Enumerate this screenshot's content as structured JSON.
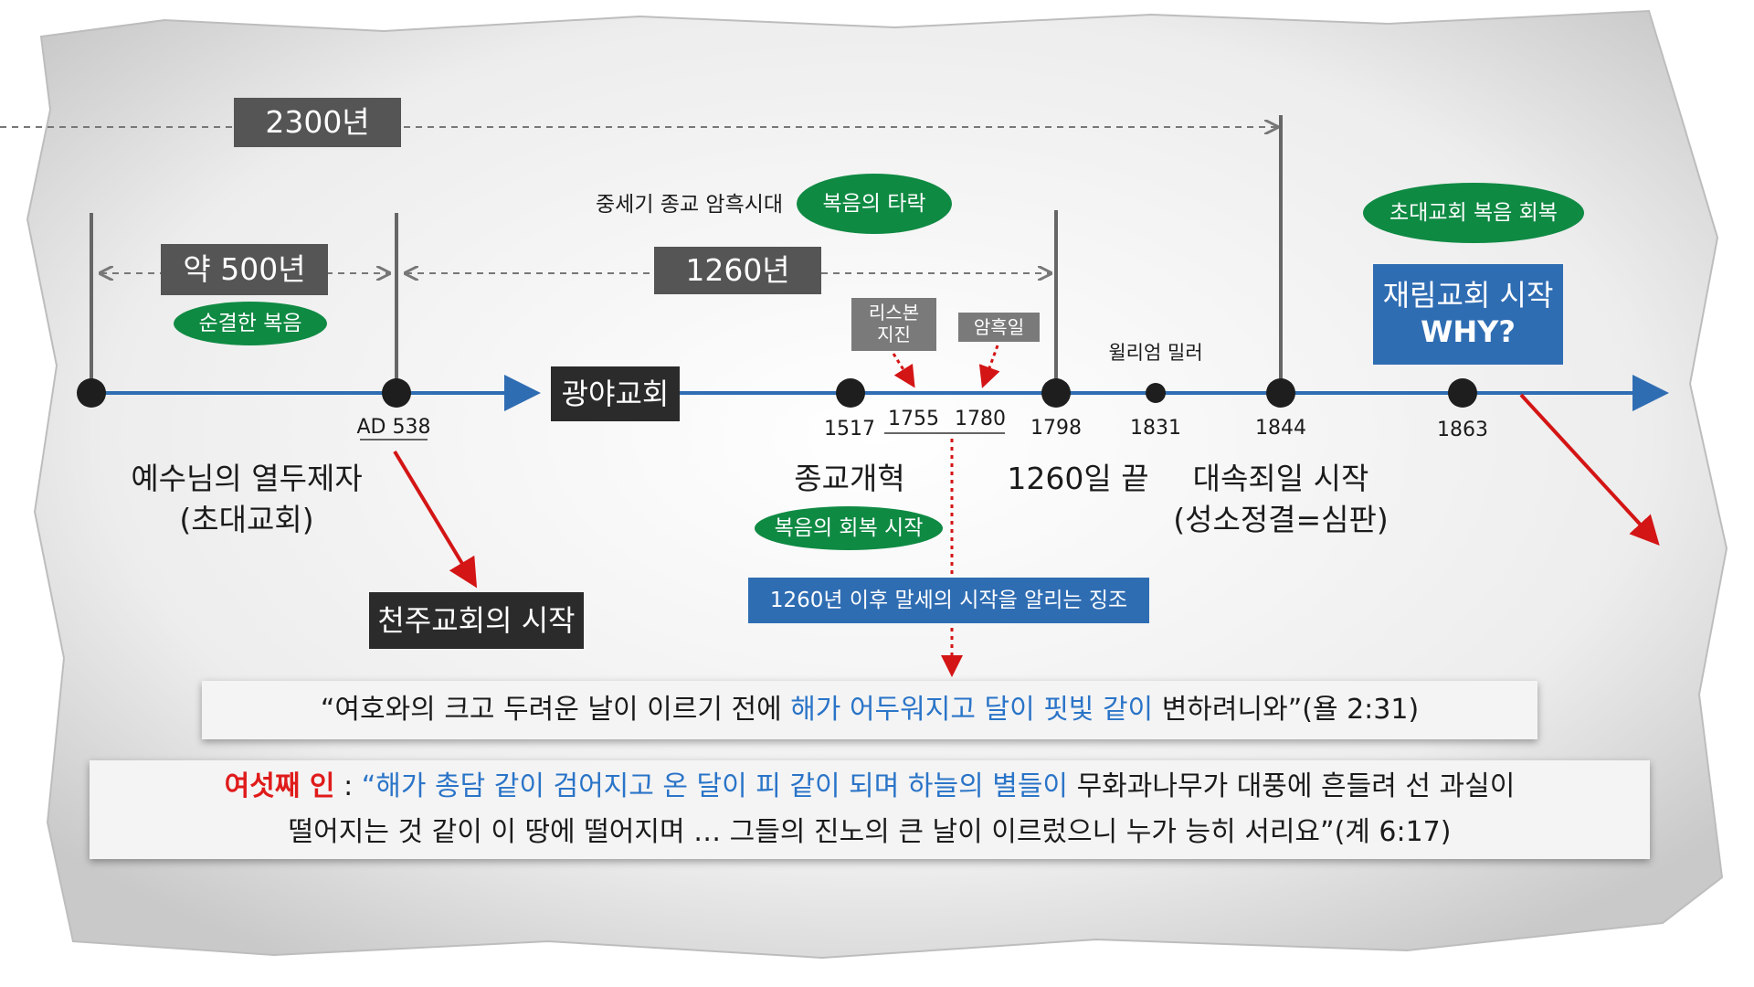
{
  "spans": {
    "total": "2300년",
    "early": "약 500년",
    "middle": "1260년"
  },
  "tags": {
    "pure_gospel": "순결한 복음",
    "corruption": "복음의 타락",
    "restoration": "복음의 회복 시작",
    "early_restore": "초대교회 복음 회복"
  },
  "middle_ages": "중세기 종교 암흑시대",
  "boxes": {
    "wilderness": "광야교회",
    "catholic": "천주교회의 시작",
    "second_coming_line1": "재림교회 시작",
    "second_coming_line2": "WHY?",
    "sign": "1260년 이후 말세의 시작을 알리는 징조"
  },
  "events": {
    "lisbon_line1": "리스본",
    "lisbon_line2": "지진",
    "dark_day": "암흑일",
    "miller": "윌리엄 밀러"
  },
  "years": {
    "ad538": "AD 538",
    "y1517": "1517",
    "y1755": "1755",
    "y1780": "1780",
    "y1798": "1798",
    "y1831": "1831",
    "y1844": "1844",
    "y1863": "1863"
  },
  "labels": {
    "apostles_line1": "예수님의 열두제자",
    "apostles_line2": "(초대교회)",
    "reformation": "종교개혁",
    "end1260": "1260일 끝",
    "atonement_line1": "대속죄일 시작",
    "atonement_line2": "(성소정결=심판)"
  },
  "quote1": {
    "pre": "“여호와의 크고 두려운 날이 이르기 전에 ",
    "hl": "해가 어두워지고 달이 핏빛 같이",
    "post": " 변하려니와”(욜 2:31)"
  },
  "quote2": {
    "label": "여섯째 인",
    "sep": " : ",
    "hl": "“해가 총담 같이 검어지고 온 달이 피 같이 되며 하늘의 별들이",
    "post": " 무화과나무가 대풍에 흔들려 선 과실이",
    "line2": "떨어지는 것 같이 이 땅에 떨어지며 … 그들의 진노의 큰 날이 이르렀으니 누가 능히 서리요”(계 6:17)"
  },
  "colors": {
    "timeline": "#2f6db3",
    "green": "#0f8a43",
    "dark_box": "#2b2b2b",
    "blue_box": "#2f6db3",
    "red": "#d41515",
    "highlight_blue": "#2a74c8"
  }
}
